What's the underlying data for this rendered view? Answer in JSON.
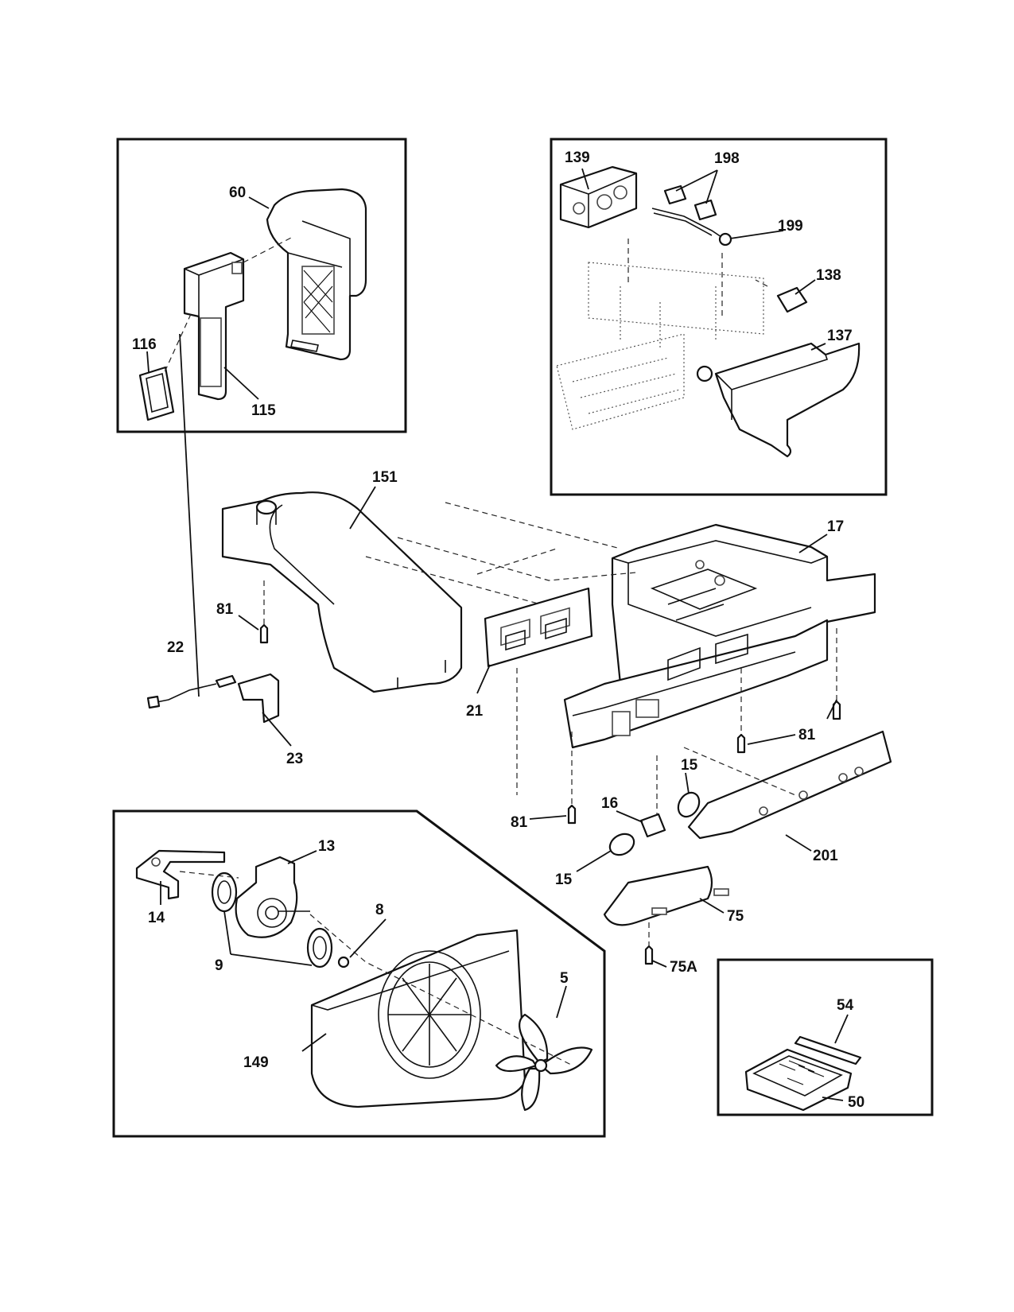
{
  "callouts": {
    "c60": "60",
    "c116": "116",
    "c115": "115",
    "c139": "139",
    "c198": "198",
    "c199": "199",
    "c138": "138",
    "c137": "137",
    "c151": "151",
    "c17": "17",
    "c81a": "81",
    "c22": "22",
    "c21": "21",
    "c23": "23",
    "c81b": "81",
    "c81c": "81",
    "c15a": "15",
    "c16": "16",
    "c15b": "15",
    "c201": "201",
    "c75": "75",
    "c75A": "75A",
    "c13": "13",
    "c14": "14",
    "c8": "8",
    "c9": "9",
    "c5": "5",
    "c149": "149",
    "c54": "54",
    "c50": "50"
  }
}
